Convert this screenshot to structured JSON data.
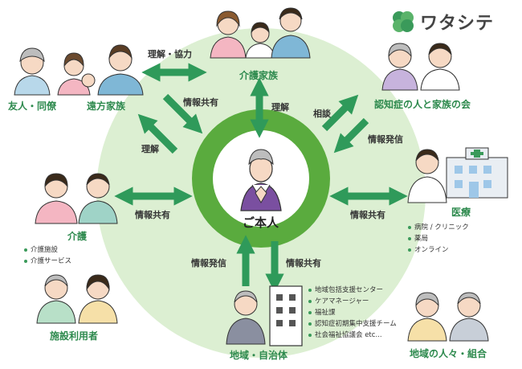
{
  "brand": {
    "name": "ワタシテ",
    "logo_color": "#3a9a5a"
  },
  "center": {
    "label": "ご本人"
  },
  "nodes": {
    "family": "介護家族",
    "friends": "友人・同僚",
    "distant_family": "遠方家族",
    "dementia_assoc": "認知症の人と家族の会",
    "medical": "医療",
    "care": "介護",
    "facility_users": "施設利用者",
    "community": "地域・自治体",
    "neighbors": "地域の人々・組合"
  },
  "edges": {
    "understand_cooperate": "理解・協力",
    "info_share_left_upper": "情報共有",
    "understand_left": "理解",
    "understand_center": "理解",
    "consult": "相談",
    "info_send_right": "情報発信",
    "info_share_left": "情報共有",
    "info_share_right": "情報共有",
    "info_send_bottom": "情報発信",
    "info_share_bottom": "情報共有"
  },
  "lists": {
    "medical": [
      "病院 / クリニック",
      "薬局",
      "オンライン"
    ],
    "care": [
      "介護施設",
      "介護サービス"
    ],
    "community": [
      "地域包括支援センター",
      "ケアマネージャー",
      "福祉課",
      "認知症初期集中支援チーム",
      "社会福祉協議会 etc..."
    ]
  },
  "colors": {
    "ring": "#dcefd2",
    "center": "#5aab3e",
    "arrow": "#2f9a5a",
    "label": "#2e8a4e"
  }
}
